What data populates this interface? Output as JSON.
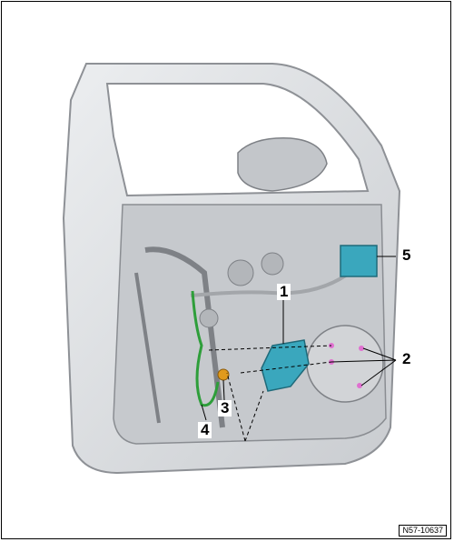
{
  "callouts": {
    "c1": "1",
    "c2": "2",
    "c3": "3",
    "c4": "4",
    "c5": "5"
  },
  "figure_id": "N57-10637",
  "colors": {
    "door_shell": "#d7d9dc",
    "door_outline": "#8e9196",
    "component_cyan": "#3aa7bd",
    "harness_green": "#2e9e3a",
    "connector_orange": "#e09a1c",
    "fastener_pink": "#e070d0"
  }
}
